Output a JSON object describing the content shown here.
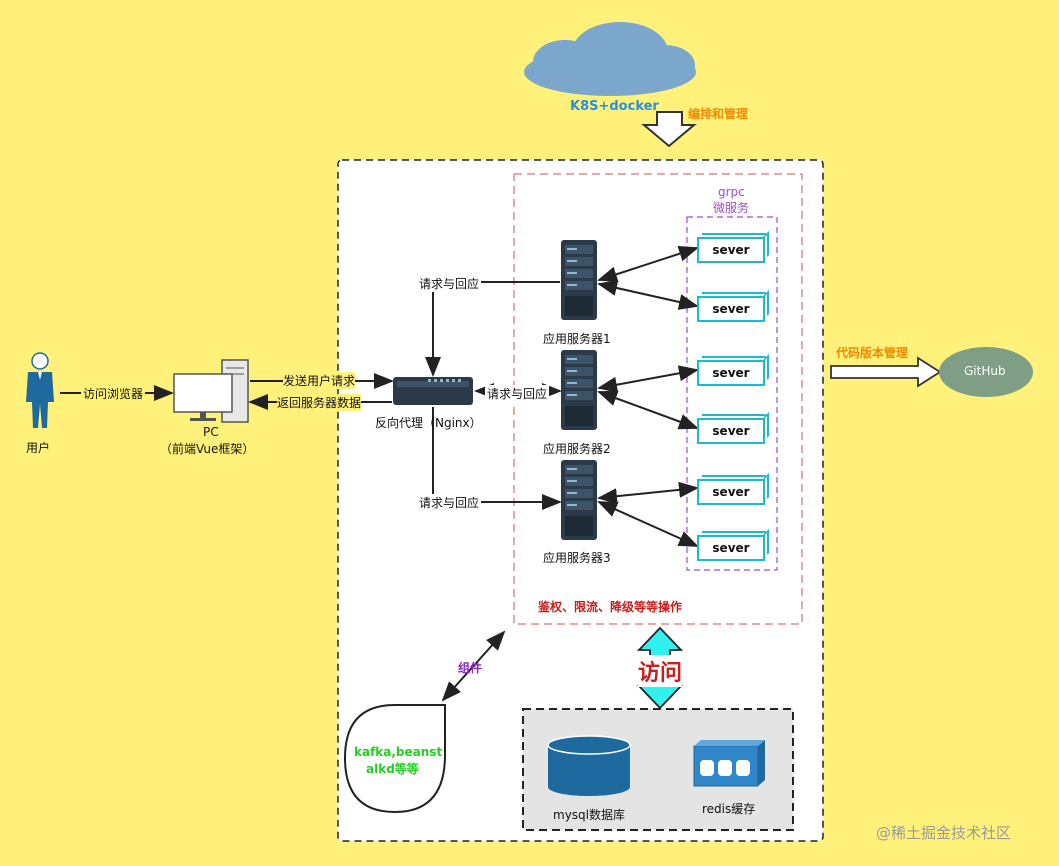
{
  "cloud": {
    "label": "K8S+docker",
    "arrow_label": "编排和管理"
  },
  "grpc": {
    "title_line1": "grpc",
    "title_line2": "微服务"
  },
  "servers": [
    {
      "label": "应用服务器1"
    },
    {
      "label": "应用服务器2"
    },
    {
      "label": "应用服务器3"
    }
  ],
  "microservices": [
    "sever",
    "sever",
    "sever",
    "sever",
    "sever",
    "sever"
  ],
  "user": {
    "label": "用户",
    "edge_label": "访问浏览器"
  },
  "pc": {
    "label_line1": "PC",
    "label_line2": "（前端Vue框架）"
  },
  "pc_edges": {
    "send": "发送用户请求",
    "return": "返回服务器数据"
  },
  "proxy": {
    "label": "反向代理（Nginx）"
  },
  "proxy_edges": {
    "top": "请求与回应",
    "middle": "请求与回应",
    "bottom": "请求与回应"
  },
  "ops_label": "鉴权、限流、降级等等操作",
  "github": {
    "label": "GitHub",
    "edge_label": "代码版本管理"
  },
  "access_label": "访问",
  "component": {
    "edge_label": "组件",
    "label_line1": "kafka,beanst",
    "label_line2": "alkd等等"
  },
  "storage": {
    "mysql": "mysql数据库",
    "redis": "redis缓存"
  },
  "watermark": "@稀土掘金技术社区",
  "colors": {
    "background": "#FFF17A",
    "cyan": "#20B8CC",
    "orange": "#F08A00",
    "red": "#C81E1E",
    "purple": "#9B4FC8",
    "green": "#22D022",
    "server": "#2A3A48"
  }
}
